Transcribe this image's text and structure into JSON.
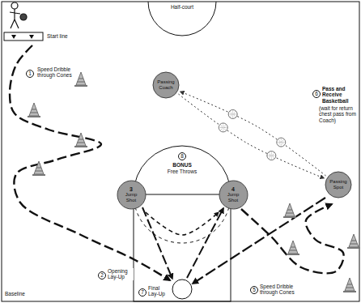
{
  "diagram": {
    "nodes": [
      {
        "text": [
          "Passing Coach"
        ]
      },
      {
        "text": [
          "Passing Spot"
        ]
      },
      {
        "text": [
          "3",
          "Jump Shot"
        ]
      },
      {
        "text": [
          "4",
          "Jump Shot"
        ]
      }
    ],
    "edges": [
      {
        "from": 0,
        "to": 1,
        "arrow": "to"
      },
      {
        "from": 1,
        "to": 0,
        "arrow": "to"
      }
    ],
    "labels": [
      "Half-court",
      "Start line",
      "1",
      "Speed Dribble through Cones",
      "6",
      "Pass and Receive Basketball",
      "(wait for return chest pass from Coach)",
      "8",
      "BONUS",
      "Free Throws",
      "2",
      "Opening Lay-Up",
      "7",
      "Final Lay-Up",
      "5",
      "Speed Dribble through Cones",
      "Baseline"
    ]
  }
}
